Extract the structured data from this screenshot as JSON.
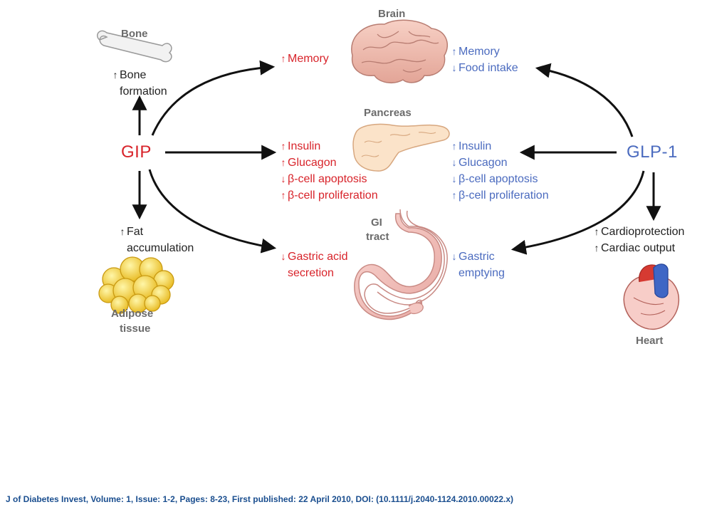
{
  "hormones": {
    "gip": "GIP",
    "glp1": "GLP-1"
  },
  "organs": {
    "bone": "Bone",
    "brain": "Brain",
    "pancreas": "Pancreas",
    "gi_tract_1": "GI",
    "gi_tract_2": "tract",
    "adipose_1": "Adipose",
    "adipose_2": "tissue",
    "heart": "Heart"
  },
  "effects": {
    "gip_bone": [
      {
        "arrow": "↑",
        "text": "Bone"
      },
      {
        "arrow": "",
        "text": "formation"
      }
    ],
    "gip_brain": [
      {
        "arrow": "↑",
        "text": "Memory"
      }
    ],
    "gip_pancreas": [
      {
        "arrow": "↑",
        "text": "Insulin"
      },
      {
        "arrow": "↑",
        "text": "Glucagon"
      },
      {
        "arrow": "↓",
        "text": "β-cell apoptosis"
      },
      {
        "arrow": "↑",
        "text": "β-cell proliferation"
      }
    ],
    "gip_gi": [
      {
        "arrow": "↓",
        "text": "Gastric acid"
      },
      {
        "arrow": "",
        "text": "secretion"
      }
    ],
    "gip_adipose": [
      {
        "arrow": "↑",
        "text": "Fat"
      },
      {
        "arrow": "",
        "text": "accumulation"
      }
    ],
    "glp1_brain": [
      {
        "arrow": "↑",
        "text": "Memory"
      },
      {
        "arrow": "↓",
        "text": "Food intake"
      }
    ],
    "glp1_pancreas": [
      {
        "arrow": "↑",
        "text": "Insulin"
      },
      {
        "arrow": "↓",
        "text": "Glucagon"
      },
      {
        "arrow": "↓",
        "text": "β-cell apoptosis"
      },
      {
        "arrow": "↑",
        "text": "β-cell proliferation"
      }
    ],
    "glp1_gi": [
      {
        "arrow": "↓",
        "text": "Gastric"
      },
      {
        "arrow": "",
        "text": "emptying"
      }
    ],
    "glp1_heart": [
      {
        "arrow": "↑",
        "text": "Cardioprotection"
      },
      {
        "arrow": "↑",
        "text": "Cardiac output"
      }
    ]
  },
  "colors": {
    "gip": "#d8232a",
    "glp1": "#4b6bbf",
    "arrow": "#111111"
  },
  "citation": "J of Diabetes Invest, Volume: 1, Issue: 1-2, Pages: 8-23, First published: 22 April 2010, DOI: (10.1111/j.2040-1124.2010.00022.x)"
}
